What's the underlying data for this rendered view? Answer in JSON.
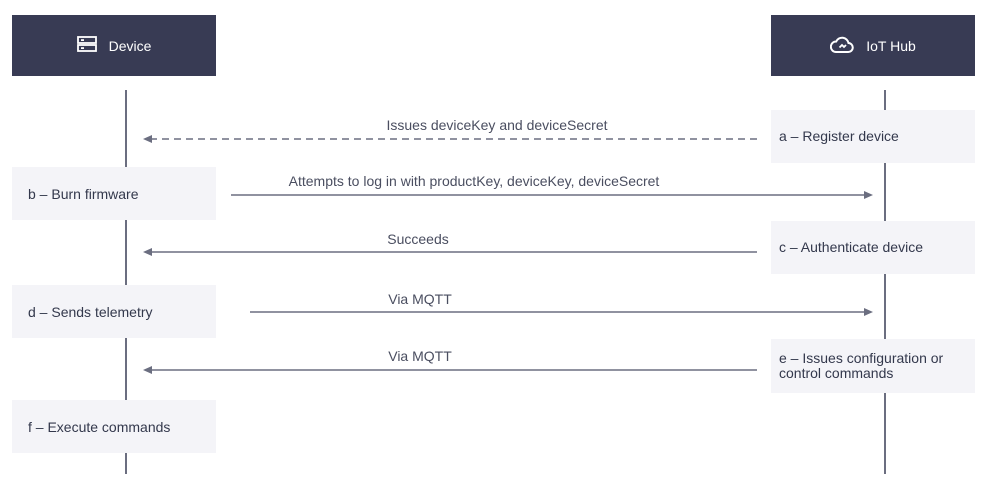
{
  "participants": {
    "device": {
      "label": "Device",
      "icon": "server-icon"
    },
    "hub": {
      "label": "IoT Hub",
      "icon": "cloud-icon"
    }
  },
  "steps": {
    "a": "a – Register device",
    "b": "b – Burn firmware",
    "c": "c – Authenticate device",
    "d": "d – Sends telemetry",
    "e": "e – Issues configuration or control commands",
    "f": "f – Execute commands"
  },
  "messages": [
    {
      "label": "Issues deviceKey and deviceSecret",
      "from": "hub",
      "to": "device",
      "style": "dashed"
    },
    {
      "label": "Attempts to log in with productKey, deviceKey, deviceSecret",
      "from": "device",
      "to": "hub",
      "style": "solid"
    },
    {
      "label": "Succeeds",
      "from": "hub",
      "to": "device",
      "style": "solid"
    },
    {
      "label": "Via MQTT",
      "from": "device",
      "to": "hub",
      "style": "solid"
    },
    {
      "label": "Via MQTT",
      "from": "hub",
      "to": "device",
      "style": "solid"
    }
  ],
  "colors": {
    "header_bg": "#383b54",
    "lifeline": "#6b6e80",
    "box_bg": "#f4f4f8",
    "text": "#33384c"
  }
}
